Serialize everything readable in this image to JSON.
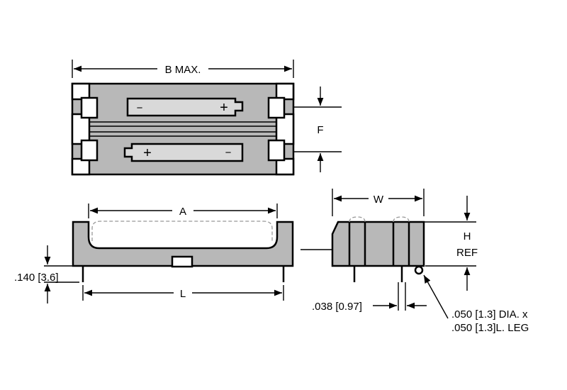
{
  "labels": {
    "b_max": "B MAX.",
    "f": "F",
    "a": "A",
    "l": "L",
    "w": "W",
    "h": "H",
    "ref": "REF",
    "pin_height": ".140 [3.6]",
    "pin_spacing": ".038 [0.97]",
    "leg_line1": ".050 [1.3] DIA. x",
    "leg_line2": ".050 [1.3]L. LEG",
    "minus1": "−",
    "plus1": "+",
    "minus2": "−",
    "plus2": "+"
  },
  "colors": {
    "line": "#000000",
    "body_fill": "#b8b8b8",
    "light_fill": "#d9d9d9",
    "dashed": "#999999"
  }
}
